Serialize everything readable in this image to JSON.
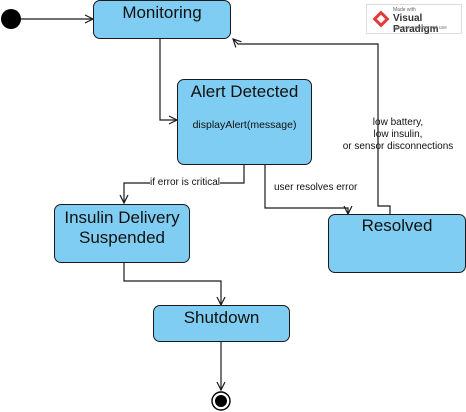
{
  "states": {
    "monitoring": "Monitoring",
    "alert_detected": "Alert Detected",
    "alert_activity": "displayAlert(message)",
    "insulin_suspended_line1": "Insulin Delivery",
    "insulin_suspended_line2": "Suspended",
    "resolved": "Resolved",
    "shutdown": "Shutdown"
  },
  "transitions": {
    "if_error_critical": "if error is critical",
    "user_resolves": "user resolves error",
    "resolved_return_line1": "low battery,",
    "resolved_return_line2": "low insulin,",
    "resolved_return_line3": "or sensor disconnections"
  },
  "watermark": {
    "made_with": "Made with",
    "brand": "Visual Paradigm",
    "note": "For non-commercial use"
  },
  "colors": {
    "state_fill": "#7fcdf2",
    "line": "#1a1a1a"
  }
}
